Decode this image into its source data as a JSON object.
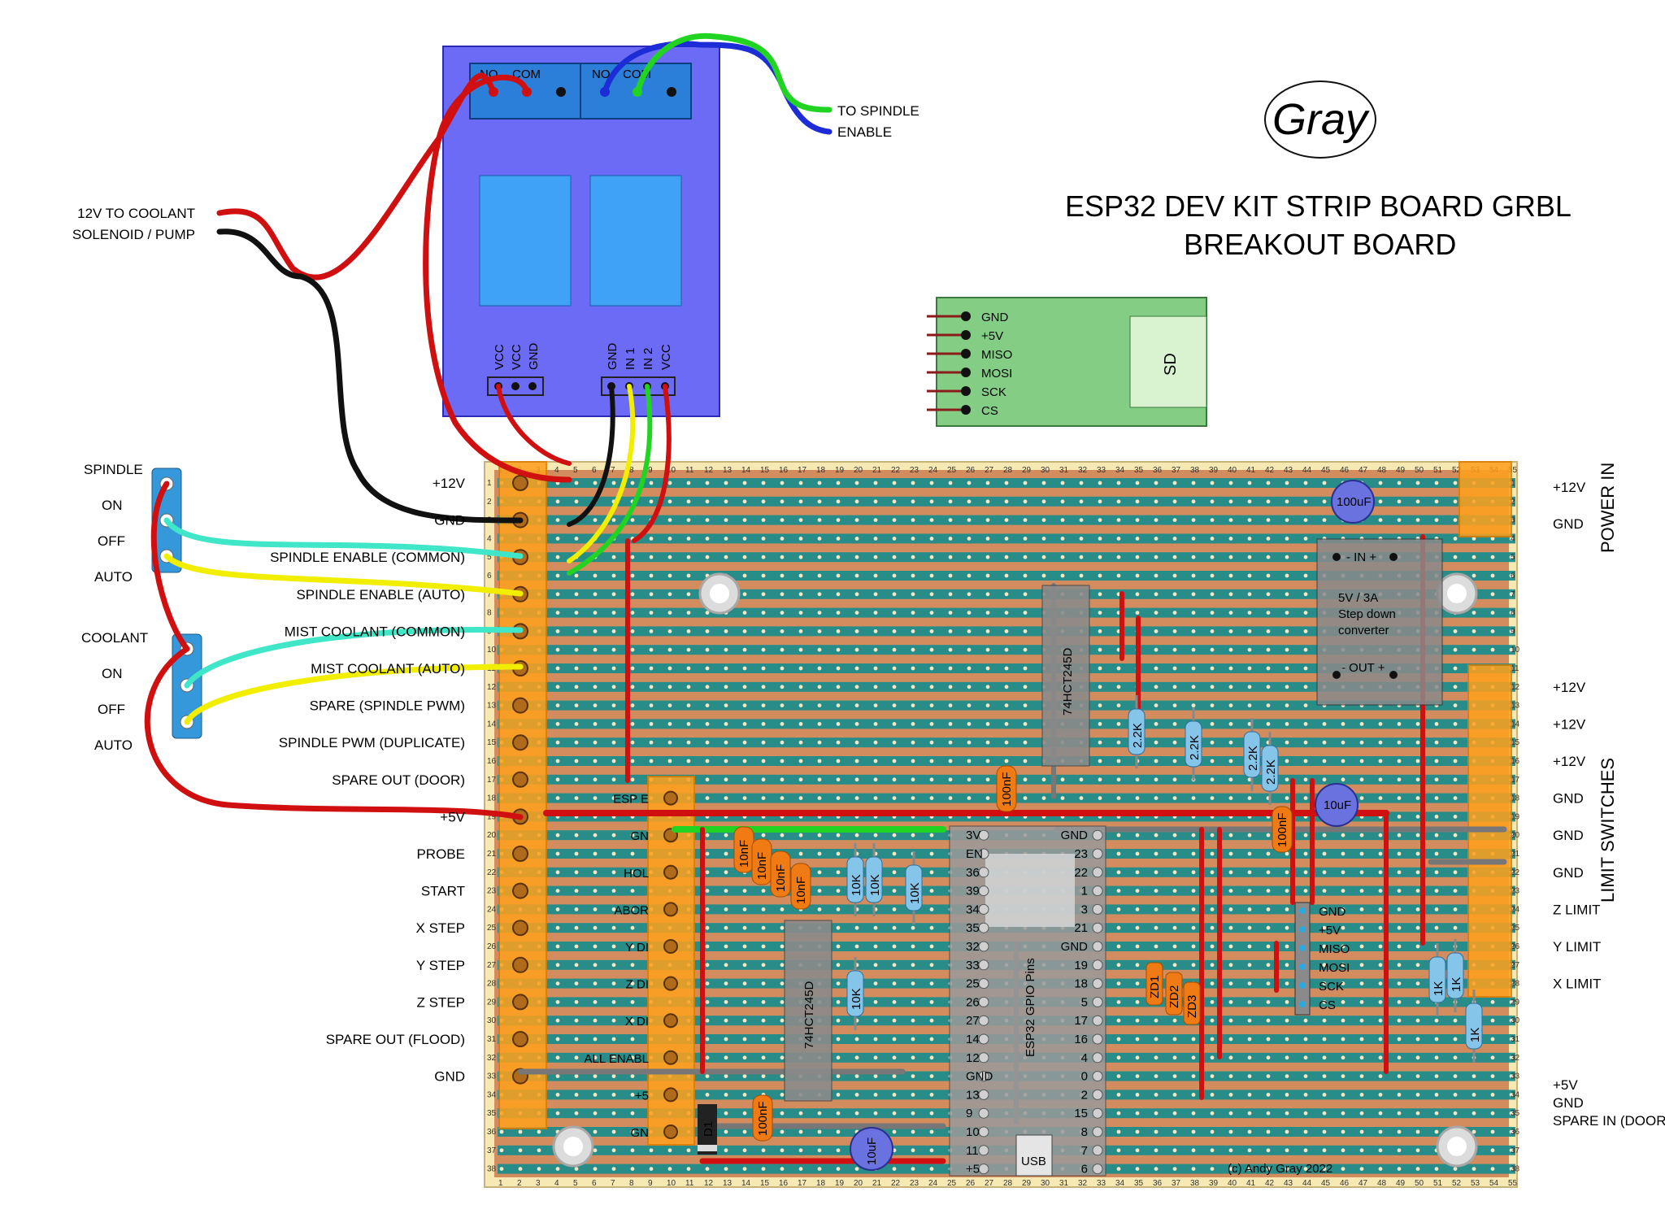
{
  "title": {
    "line1": "ESP32 DEV KIT STRIP BOARD GRBL",
    "line2": "BREAKOUT BOARD"
  },
  "logo": {
    "text": "Gray"
  },
  "copyright": "(c) Andy Gray 2022",
  "relay": {
    "channel1_labels": [
      "NO",
      "COM"
    ],
    "channel2_labels": [
      "NO",
      "COM"
    ],
    "left_header": [
      "VCC",
      "VCC",
      "GND"
    ],
    "right_header": [
      "GND",
      "IN 1",
      "IN 2",
      "VCC"
    ]
  },
  "spindle_enable_note": {
    "line1": "TO SPINDLE",
    "line2": "ENABLE"
  },
  "coolant_note": {
    "line1": "12V TO COOLANT",
    "line2": "SOLENOID / PUMP"
  },
  "sd_module": {
    "pins": [
      "GND",
      "+5V",
      "MISO",
      "MOSI",
      "SCK",
      "CS"
    ],
    "label": "SD"
  },
  "spindle_switch": {
    "title": "SPINDLE",
    "positions": [
      "ON",
      "OFF",
      "AUTO"
    ]
  },
  "coolant_switch": {
    "title": "COOLANT",
    "positions": [
      "ON",
      "OFF",
      "AUTO"
    ]
  },
  "left_terminals": [
    "+12V",
    "GND",
    "SPINDLE ENABLE (COMMON)",
    "SPINDLE ENABLE (AUTO)",
    "MIST COOLANT (COMMON)",
    "MIST COOLANT (AUTO)",
    "SPARE (SPINDLE PWM)",
    "SPINDLE PWM (DUPLICATE)",
    "SPARE OUT (DOOR)",
    "+5V",
    "PROBE",
    "START",
    "X STEP",
    "Y STEP",
    "Z STEP",
    "SPARE OUT (FLOOD)",
    "GND"
  ],
  "power_in": {
    "title": "POWER IN",
    "labels": [
      "+12V",
      "GND"
    ]
  },
  "limit_switches": {
    "title": "LIMIT SWITCHES",
    "labels": [
      "+12V",
      "+12V",
      "+12V",
      "GND",
      "GND",
      "GND",
      "Z LIMIT",
      "Y LIMIT",
      "X LIMIT"
    ]
  },
  "bottom_right": [
    "+5V",
    "GND",
    "SPARE IN (DOOR)"
  ],
  "inner_labels": [
    "ESP E",
    "GN",
    "HOL",
    "ABOR",
    "Y DI",
    "Z DI",
    "X DI",
    "ALL ENABL",
    "+5",
    "GN"
  ],
  "esp32": {
    "label": "ESP32 GPIO Pins",
    "usb": "USB",
    "left_pins": [
      "3V",
      "EN",
      "36",
      "39",
      "34",
      "35",
      "32",
      "33",
      "25",
      "26",
      "27",
      "14",
      "12",
      "GND",
      "13",
      "9",
      "10",
      "11",
      "+5"
    ],
    "right_pins": [
      "GND",
      "23",
      "22",
      "1",
      "3",
      "21",
      "GND",
      "19",
      "18",
      "5",
      "17",
      "16",
      "4",
      "0",
      "2",
      "15",
      "8",
      "7",
      "6"
    ]
  },
  "ics": [
    "74HCT245D",
    "74HCT245D"
  ],
  "converter": {
    "line1": "5V / 3A",
    "line2": "Step down",
    "line3": "converter",
    "in": "- IN +",
    "out": "- OUT +"
  },
  "spi_header": [
    "GND",
    "+5V",
    "MISO",
    "MOSI",
    "SCK",
    "CS"
  ],
  "components": {
    "cap_100uF": "100uF",
    "cap_10uF_a": "10uF",
    "cap_10uF_b": "10uF",
    "ceramic": [
      "10nF",
      "10nF",
      "10nF",
      "10nF",
      "100nF",
      "100nF",
      "100nF"
    ],
    "resistors_10k": [
      "10K",
      "10K",
      "10K",
      "10K"
    ],
    "resistors_2k2": [
      "2.2K",
      "2.2K",
      "2.2K",
      "2.2K"
    ],
    "resistors_1k": [
      "1K",
      "1K",
      "1K"
    ],
    "zeners": [
      "ZD1",
      "ZD2",
      "ZD3"
    ],
    "diode": "D1"
  },
  "colors": {
    "board": "#d28c5e",
    "strip": "#1f8c8a",
    "relay_body": "#6b6bf5",
    "relay_terminal": "#2c7fd9",
    "sd_body": "#84cd84",
    "header_orange": "#ffa01c",
    "wire_red": "#d01010",
    "wire_black": "#111111",
    "wire_yellow": "#f2ee00",
    "wire_green": "#22d422",
    "wire_cyan": "#3fe6c8",
    "wire_blue": "#1c2cd6",
    "ic_body": "#8a8a8a",
    "switch_body": "#3498db"
  }
}
